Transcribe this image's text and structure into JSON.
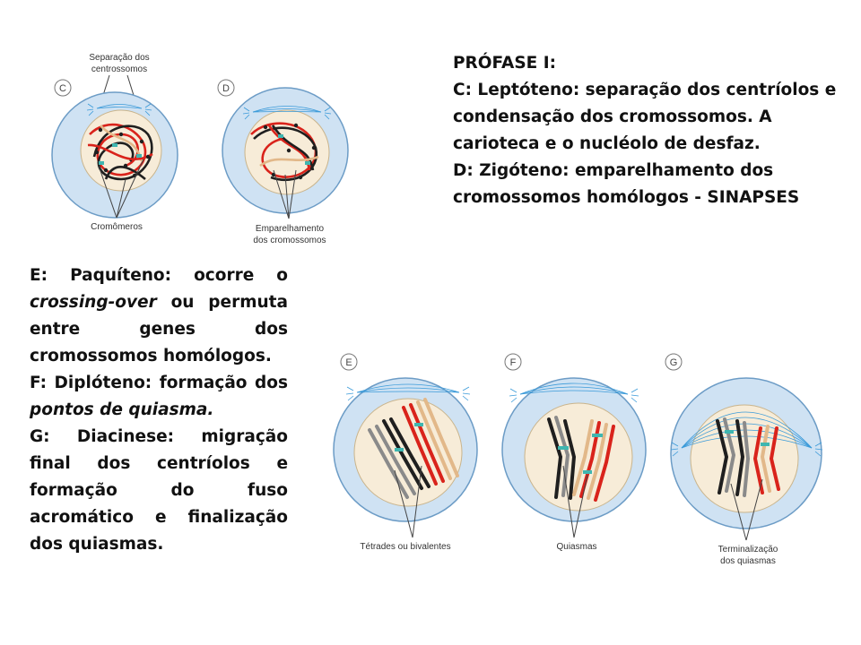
{
  "diagram": {
    "panels": [
      {
        "letter": "C",
        "label_top_1": "Separação dos",
        "label_top_2": "centrossomos",
        "label_bottom_1": "Cromômeros"
      },
      {
        "letter": "D",
        "label_bottom_1": "Emparelhamento",
        "label_bottom_2": "dos cromossomos"
      },
      {
        "letter": "E",
        "label_bottom_1": "Tétrades ou bivalentes"
      },
      {
        "letter": "F",
        "label_bottom_1": "Quiasmas"
      },
      {
        "letter": "G",
        "label_bottom_1": "Terminalização",
        "label_bottom_2": "dos quiasmas"
      }
    ],
    "colors": {
      "cell": "#cfe2f3",
      "nucleus": "#f7ecd8",
      "fiber": "#3a9ad9",
      "red": "#d9231b",
      "black": "#1f1f1f",
      "tan": "#e2b889",
      "gray": "#8a8a8a",
      "teal": "#3fb6b0"
    }
  },
  "prophase": {
    "title": "PRÓFASE I:",
    "line_c": "C: Leptóteno: separação dos centríolos e condensação dos cromossomos. A carioteca e o nucléolo de desfaz.",
    "line_d": "D: Zigóteno: emparelhamento dos cromossomos homólogos - SINAPSES"
  },
  "stages": {
    "e_prefix": "E: Paquíteno: ocorre o ",
    "e_italic": "crossing-over",
    "e_suffix": " ou permuta entre genes dos cromossomos homólogos.",
    "f_prefix": "F: Diplóteno: formação dos ",
    "f_italic": "pontos de quiasma.",
    "g_text": "G: Diacinese: migração final dos centríolos e formação do fuso acromático e finalização dos quiasmas."
  }
}
